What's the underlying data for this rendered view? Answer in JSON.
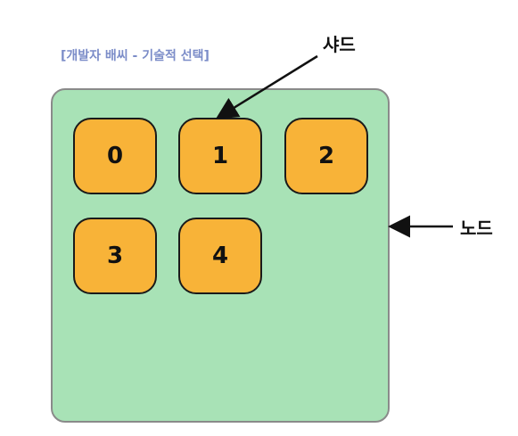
{
  "caption": "[개발자 배씨 - 기술적 선택]",
  "labels": {
    "shard": "샤드",
    "node": "노드"
  },
  "shards": [
    "0",
    "1",
    "2",
    "3",
    "4"
  ],
  "colors": {
    "node_fill": "#a8e2b6",
    "shard_fill": "#f8b338",
    "caption": "#7b8cc8"
  }
}
